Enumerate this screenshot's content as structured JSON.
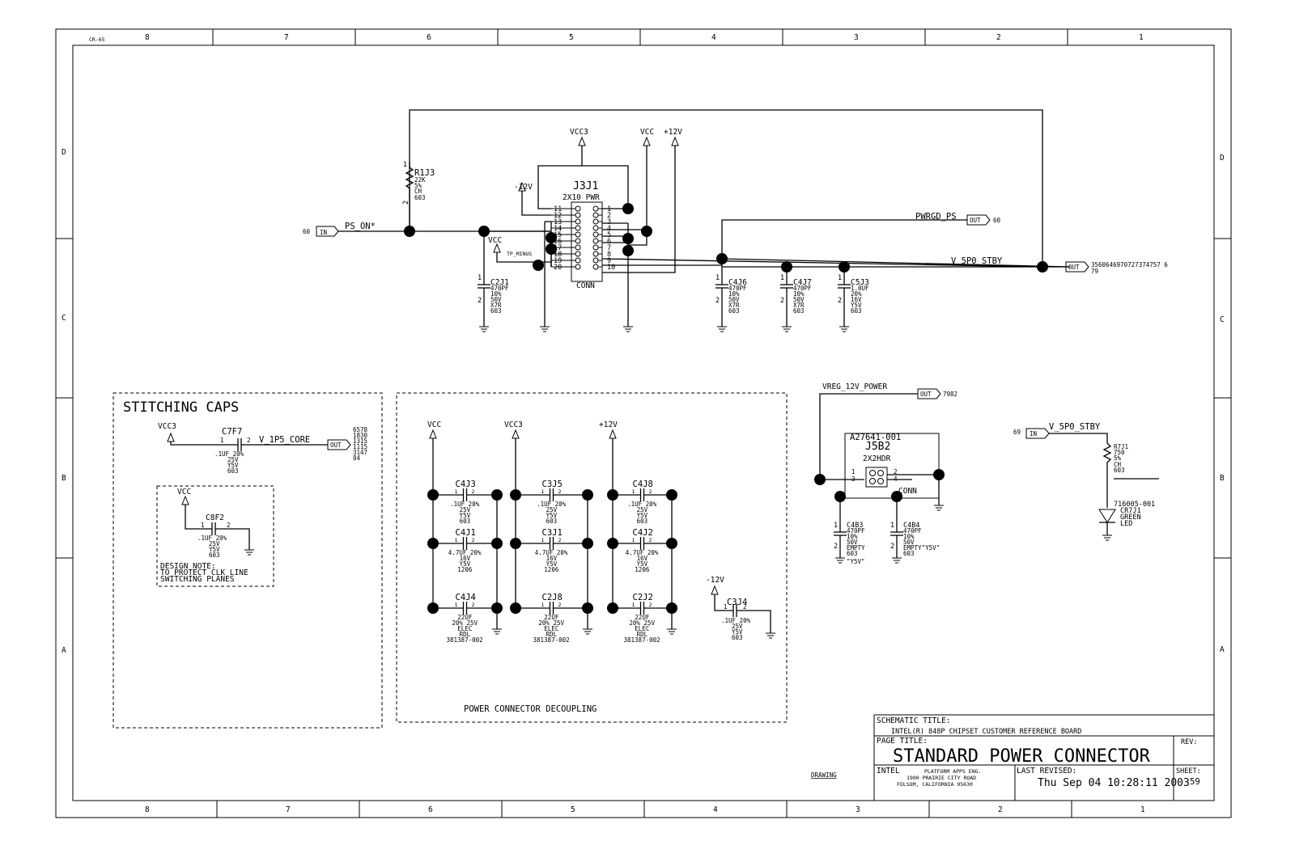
{
  "zones": {
    "corner": "CR-65",
    "top": [
      "8",
      "7",
      "6",
      "5",
      "4",
      "3",
      "2",
      "1"
    ],
    "bottom": [
      "8",
      "7",
      "6",
      "5",
      "4",
      "3",
      "2",
      "1"
    ],
    "left": [
      "D",
      "C",
      "B",
      "A"
    ],
    "right": [
      "D",
      "C",
      "B",
      "A"
    ]
  },
  "nets": {
    "vcc3": "VCC3",
    "vcc": "VCC",
    "p12": "+12V",
    "m12": "-12V",
    "ps_on": "PS_ON*",
    "pwrgd": "PWRGD_PS",
    "v5p0": "V_5P0_STBY",
    "vreg": "VREG_12V_POWER",
    "v1p5": "V_1P5_CORE",
    "tp_minus": "TP_MINUS"
  },
  "ports": {
    "in": "IN",
    "out": "OUT",
    "ps_on_ref": "60",
    "pwrgd_ref": "60",
    "v5p0_ref_a": "3560646970727374757 6",
    "v5p0_ref_b": "79",
    "vreg_ref": "7982",
    "v5p0_in_ref": "69",
    "v1p5_refs": [
      "6578",
      "1830",
      "1315",
      "1115",
      "3147",
      "84"
    ]
  },
  "connector": {
    "ref": "J3J1",
    "type": "2X10 PWR",
    "label": "CONN",
    "left_pins": [
      "11",
      "12",
      "13",
      "14",
      "15",
      "16",
      "17",
      "18",
      "19",
      "20"
    ],
    "right_pins": [
      "1",
      "2",
      "3",
      "4",
      "5",
      "6",
      "7",
      "8",
      "9",
      "10"
    ]
  },
  "resistor_r1j3": {
    "ref": "R1J3",
    "lines": [
      "22K",
      "5%",
      "CH",
      "603"
    ],
    "pin1": "1",
    "pin2": "2"
  },
  "caps_top": [
    {
      "ref": "C2J1",
      "lines": [
        "470PF",
        "10%",
        "50V",
        "X7R",
        "603"
      ]
    },
    {
      "ref": "C4J6",
      "lines": [
        "470PF",
        "10%",
        "50V",
        "X7R",
        "603"
      ]
    },
    {
      "ref": "C4J7",
      "lines": [
        "470PF",
        "10%",
        "50V",
        "X7R",
        "603"
      ]
    },
    {
      "ref": "C5J3",
      "lines": [
        "1.0UF",
        "20%",
        "16V",
        "Y5V",
        "603"
      ]
    }
  ],
  "stitching": {
    "title": "STITCHING CAPS",
    "c7f7": {
      "ref": "C7F7",
      "lines": [
        ".1UF 20%",
        "25V",
        "Y5V",
        "603"
      ]
    },
    "c8f2": {
      "ref": "C8F2",
      "lines": [
        ".1UF 20%",
        "25V",
        "Y5V",
        "603"
      ]
    },
    "note": [
      "DESIGN NOTE:",
      "TO PROTECT CLK LINE",
      "SWITCHING PLANES"
    ]
  },
  "decoupling": {
    "title": "POWER CONNECTOR DECOUPLING",
    "columns": [
      {
        "caps": [
          {
            "ref": "C4J3",
            "lines": [
              ".1UF 20%",
              "25V",
              "Y5V",
              "603"
            ]
          },
          {
            "ref": "C4J1",
            "lines": [
              "4.7UF 20%",
              "16V",
              "Y5V",
              "1206"
            ]
          },
          {
            "ref": "C4J4",
            "lines": [
              "22UF",
              "20% 25V",
              "ELEC",
              "RDL",
              "381387-002"
            ]
          }
        ]
      },
      {
        "caps": [
          {
            "ref": "C3J5",
            "lines": [
              ".1UF 20%",
              "25V",
              "Y5V",
              "603"
            ]
          },
          {
            "ref": "C3J1",
            "lines": [
              "4.7UF 20%",
              "16V",
              "Y5V",
              "1206"
            ]
          },
          {
            "ref": "C2J8",
            "lines": [
              "22UF",
              "20% 25V",
              "ELEC",
              "RDL",
              "381387-002"
            ]
          }
        ]
      },
      {
        "caps": [
          {
            "ref": "C4J8",
            "lines": [
              ".1UF 20%",
              "25V",
              "Y5V",
              "603"
            ]
          },
          {
            "ref": "C4J2",
            "lines": [
              "4.7UF 20%",
              "16V",
              "Y5V",
              "1206"
            ]
          },
          {
            "ref": "C2J2",
            "lines": [
              "22UF",
              "20% 25V",
              "ELEC",
              "RDL",
              "381387-002"
            ]
          }
        ]
      }
    ],
    "c3j4": {
      "ref": "C3J4",
      "lines": [
        ".1UF 20%",
        "25V",
        "Y5V",
        "603"
      ]
    }
  },
  "header": {
    "part": "A27641-001",
    "ref": "J5B2",
    "type": "2X2HDR",
    "label": "CONN",
    "pins": [
      "1",
      "3",
      "2",
      "4"
    ],
    "c4b3": {
      "ref": "C4B3",
      "lines": [
        "470PF",
        "10%",
        "50V",
        "EMPTY",
        "603",
        "\"Y5V\""
      ]
    },
    "c4b4": {
      "ref": "C4B4",
      "lines": [
        "470PF",
        "10%",
        "50V",
        "EMPTY\"Y5V\"",
        "603"
      ]
    }
  },
  "led": {
    "r7j1": {
      "ref": "R7J1",
      "lines": [
        "750",
        "5%",
        "CH",
        "603"
      ]
    },
    "led_part": "716005-001",
    "led_ref": "CR7J1",
    "led_lines": [
      "GREEN",
      "LED"
    ]
  },
  "title_block": {
    "schem_title_label": "SCHEMATIC TITLE:",
    "schem_title": "INTEL(R) 848P CHIPSET CUSTOMER REFERENCE BOARD",
    "page_title_label": "PAGE TITLE:",
    "page_title": "STANDARD POWER CONNECTOR",
    "rev_label": "REV:",
    "company": "INTEL",
    "addr1": "PLATFORM APPS ENG.",
    "addr2": "1900 PRAIRIE CITY ROAD",
    "addr3": "FOLSOM, CALIFORNIA 95630",
    "revised_label": "LAST REVISED:",
    "revised": "Thu Sep 04 10:28:11 2003",
    "sheet_label": "SHEET:",
    "sheet": "59",
    "drawing": "DRAWING"
  }
}
